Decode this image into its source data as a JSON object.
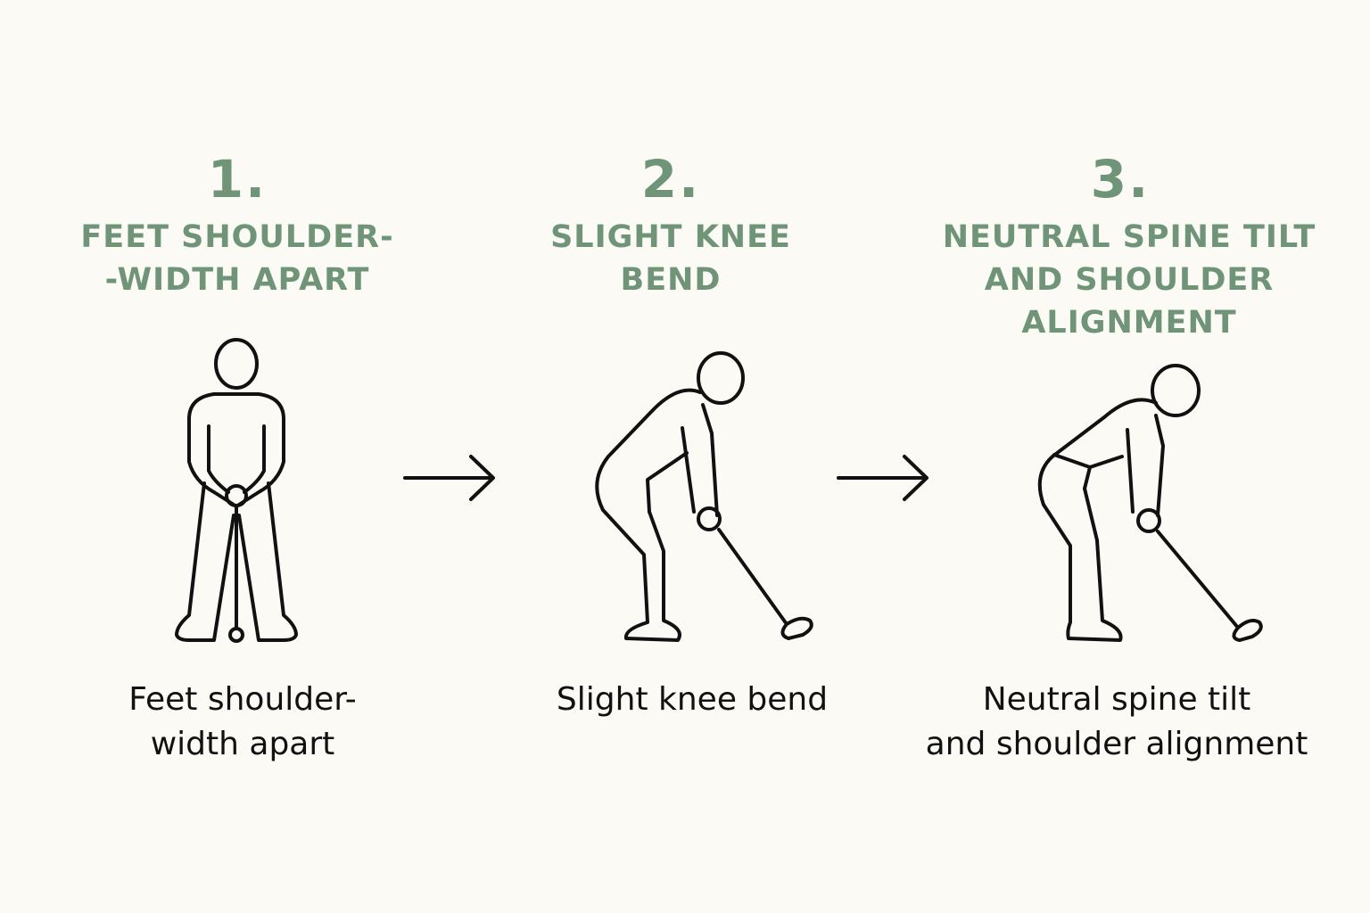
{
  "colors": {
    "background": "#fbfaf5",
    "accent": "#6f9478",
    "line": "#111111"
  },
  "steps": [
    {
      "number": "1.",
      "title_lines": [
        "FEET SHOULDER-",
        "-WIDTH APART"
      ],
      "caption_lines": [
        "Feet shoulder-",
        "width apart"
      ],
      "figure_icon": "golfer-standing-icon"
    },
    {
      "number": "2.",
      "title_lines": [
        "SLIGHT KNEE",
        "BEND"
      ],
      "caption_lines": [
        "Slight knee bend"
      ],
      "figure_icon": "golfer-knee-bend-icon"
    },
    {
      "number": "3.",
      "title_lines": [
        "NEUTRAL SPINE TILT",
        "AND SHOULDER",
        "ALIGNMENT"
      ],
      "caption_lines": [
        "Neutral spine tilt",
        "and shoulder alignment"
      ],
      "figure_icon": "golfer-spine-tilt-icon"
    }
  ],
  "connectors": [
    "arrow-right-icon",
    "arrow-right-icon"
  ]
}
